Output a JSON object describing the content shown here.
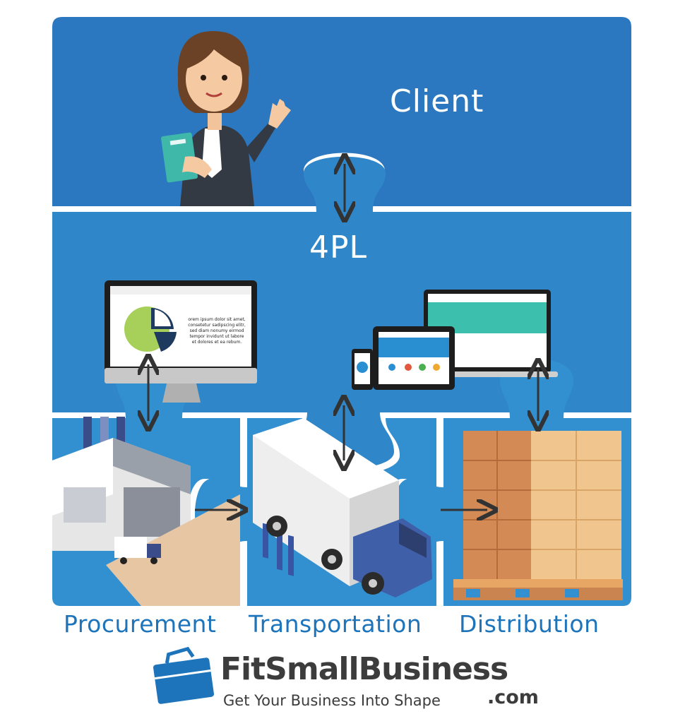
{
  "labels": {
    "client": "Client",
    "fourpl": "4PL",
    "procurement": "Procurement",
    "transportation": "Transportation",
    "distribution": "Distribution"
  },
  "monitor_screen": {
    "text": "orem ipsum dolor sit amet, consetetur sadipscing elitr, sed diam nonumy eirmod tempor invidunt ut labore et dolores et ea rebum."
  },
  "brand": {
    "name": "FitSmallBusiness",
    "domain": ".com",
    "tagline": "Get Your Business Into Shape"
  },
  "colors": {
    "top_panel": "#2b78c0",
    "middle_panel": "#2f86c8",
    "bottom_panel": "#3290d0",
    "label_blue": "#1e74bb",
    "arrow": "#333333",
    "brand_text": "#3c3c3c"
  }
}
